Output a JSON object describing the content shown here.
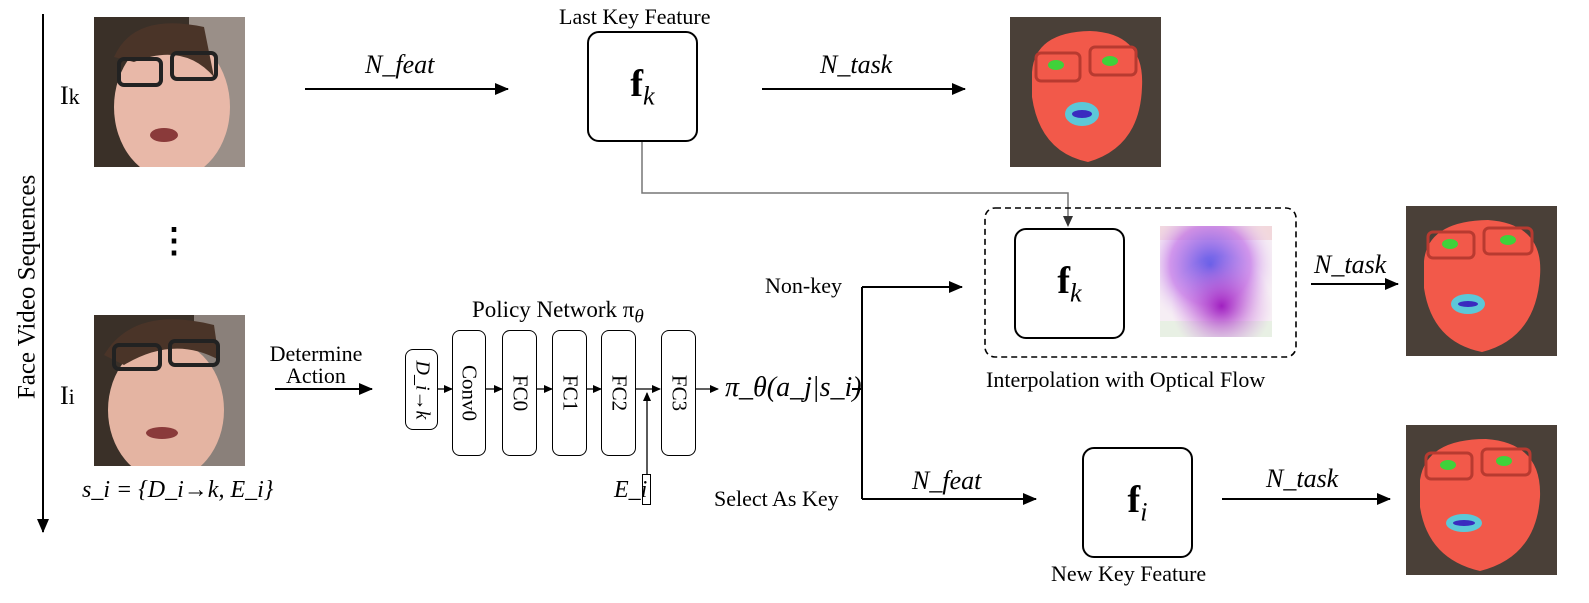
{
  "axis_label": "Face Video Sequences",
  "frames": {
    "key_frame_label": "I",
    "key_frame_sub": "k",
    "ellipsis": "⋮",
    "cur_frame_label": "I",
    "cur_frame_sub": "i",
    "state_label": "s_i = {D_i→k, E_i}"
  },
  "top_row": {
    "n_feat": "N_feat",
    "last_key_title": "Last Key Feature",
    "fk_main": "f",
    "fk_sub": "k",
    "n_task": "N_task"
  },
  "policy": {
    "determine_line1": "Determine",
    "determine_line2": "Action",
    "title": "Policy Network π",
    "title_sub": "θ",
    "d_input": "D_i→k",
    "layers": [
      "Conv0",
      "FC0",
      "FC1",
      "FC2",
      "FC3"
    ],
    "e_input": "E_i",
    "output": "π_θ(a_j|s_i)"
  },
  "branches": {
    "non_key": "Non-key",
    "select_key": "Select As Key",
    "interp_caption": "Interpolation with Optical Flow",
    "interp_fk_main": "f",
    "interp_fk_sub": "k",
    "n_task_mid": "N_task",
    "n_feat_bottom": "N_feat",
    "new_key_caption": "New Key Feature",
    "fi_main": "f",
    "fi_sub": "i",
    "n_task_bottom": "N_task"
  },
  "colors": {
    "face_mask": "#f2594a",
    "eyes": "#3fd23a",
    "lips": "#5cc8d8",
    "inner_lips": "#3a2bbf",
    "flow_a": "#c070e8",
    "flow_b": "#5a5ae8"
  }
}
